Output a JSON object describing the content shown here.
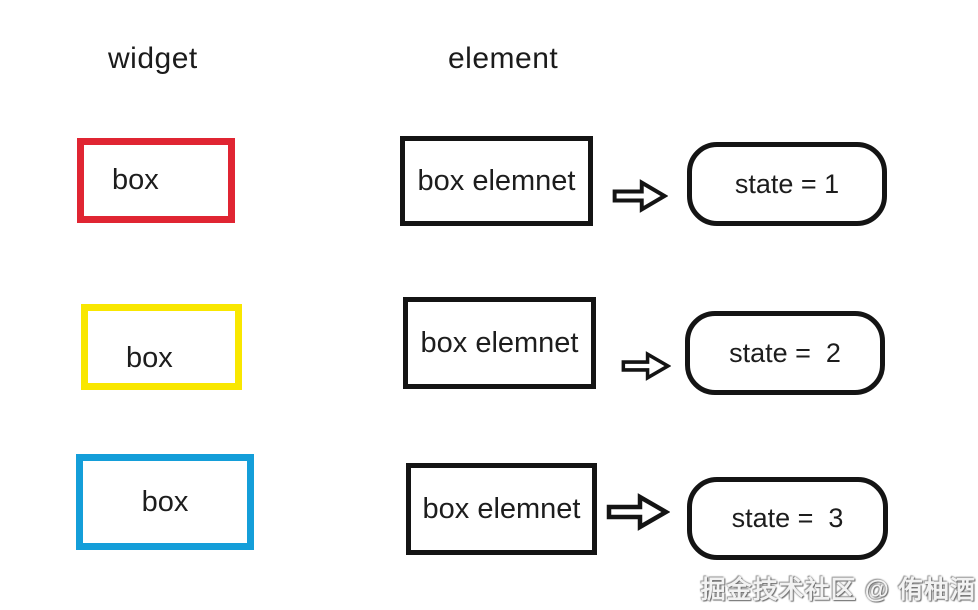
{
  "headers": {
    "widget": "widget",
    "element": "element"
  },
  "rows": [
    {
      "widget_label": "box",
      "widget_color": "#e02532",
      "element_label": "box elemnet",
      "state_label": "state = 1",
      "state_value": 1
    },
    {
      "widget_label": "box",
      "widget_color": "#f9e700",
      "element_label": "box elemnet",
      "state_label": "state =  2",
      "state_value": 2
    },
    {
      "widget_label": "box",
      "widget_color": "#149ed9",
      "element_label": "box elemnet",
      "state_label": "state =  3",
      "state_value": 3
    }
  ],
  "colors": {
    "widget_red": "#e02532",
    "widget_yellow": "#f9e700",
    "widget_blue": "#149ed9",
    "outline_black": "#141414",
    "background": "#ffffff"
  },
  "watermark": "掘金技术社区 @ 侑柚酒"
}
